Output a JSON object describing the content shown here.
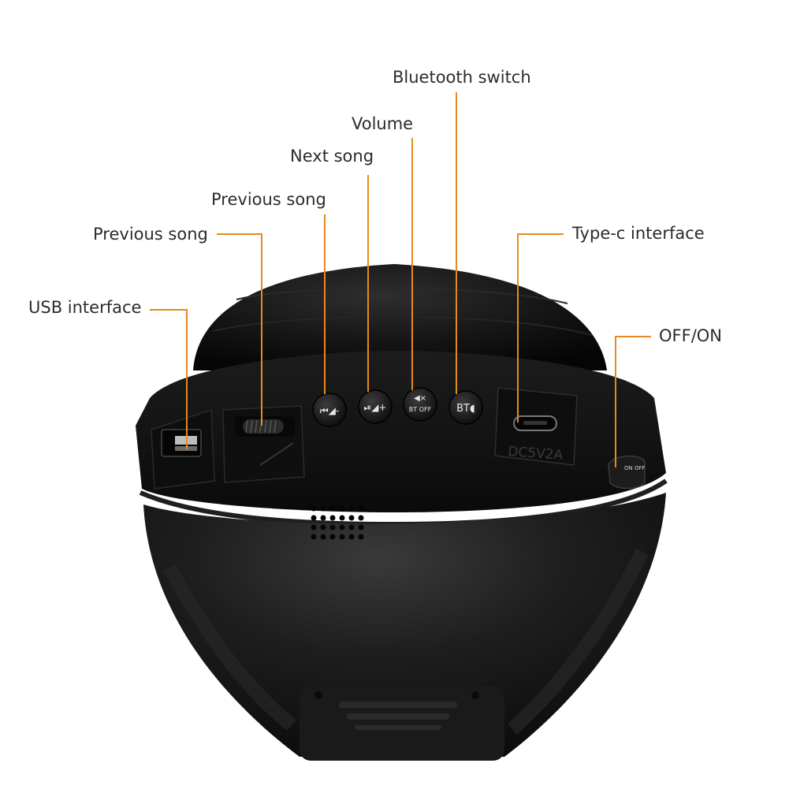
{
  "labels": {
    "bluetooth_switch": "Bluetooth switch",
    "volume": "Volume",
    "next_song": "Next song",
    "previous_song_button": "Previous song",
    "previous_song_wheel": "Previous song",
    "usb_interface": "USB interface",
    "typec_interface": "Type-c interface",
    "off_on": "OFF/ON"
  },
  "device_markings": {
    "power_rating": "DC5V2A"
  },
  "colors": {
    "leader_line": "#e8891f",
    "device_body": "#151515",
    "label_text": "#2b2b2b"
  }
}
